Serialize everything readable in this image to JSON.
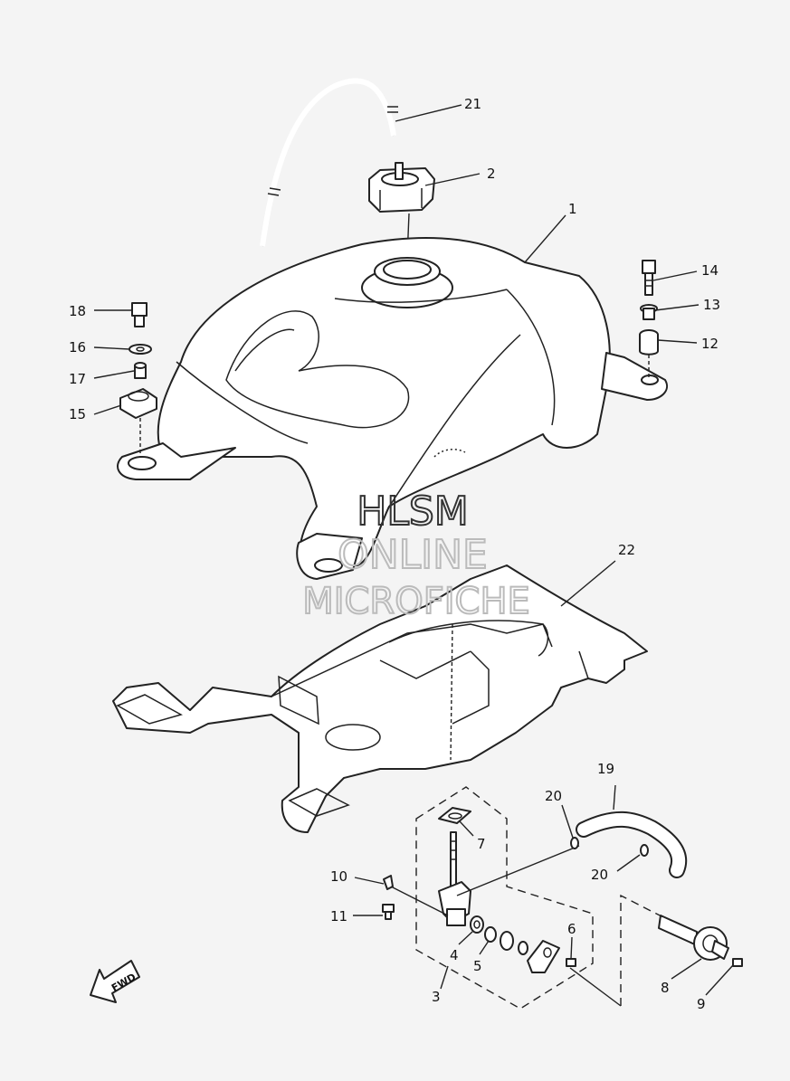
{
  "callouts": [
    {
      "id": "c1",
      "label": "1"
    },
    {
      "id": "c2",
      "label": "2"
    },
    {
      "id": "c3",
      "label": "3"
    },
    {
      "id": "c4",
      "label": "4"
    },
    {
      "id": "c5",
      "label": "5"
    },
    {
      "id": "c6",
      "label": "6"
    },
    {
      "id": "c7",
      "label": "7"
    },
    {
      "id": "c8",
      "label": "8"
    },
    {
      "id": "c9",
      "label": "9"
    },
    {
      "id": "c10",
      "label": "10"
    },
    {
      "id": "c11",
      "label": "11"
    },
    {
      "id": "c12",
      "label": "12"
    },
    {
      "id": "c13",
      "label": "13"
    },
    {
      "id": "c14",
      "label": "14"
    },
    {
      "id": "c15",
      "label": "15"
    },
    {
      "id": "c16",
      "label": "16"
    },
    {
      "id": "c17",
      "label": "17"
    },
    {
      "id": "c18",
      "label": "18"
    },
    {
      "id": "c19",
      "label": "19"
    },
    {
      "id": "c20a",
      "label": "20"
    },
    {
      "id": "c20b",
      "label": "20"
    },
    {
      "id": "c21",
      "label": "21"
    },
    {
      "id": "c22",
      "label": "22"
    }
  ],
  "watermark": {
    "line1": "HLSM",
    "line2": "ONLINE",
    "line3": "MICROFICHE",
    "color_dark": "#333333",
    "color_light": "#bbbbbb"
  },
  "fwd_label": "FWD",
  "colors": {
    "background": "#f4f4f4",
    "line": "#222222",
    "fill": "#ffffff"
  }
}
